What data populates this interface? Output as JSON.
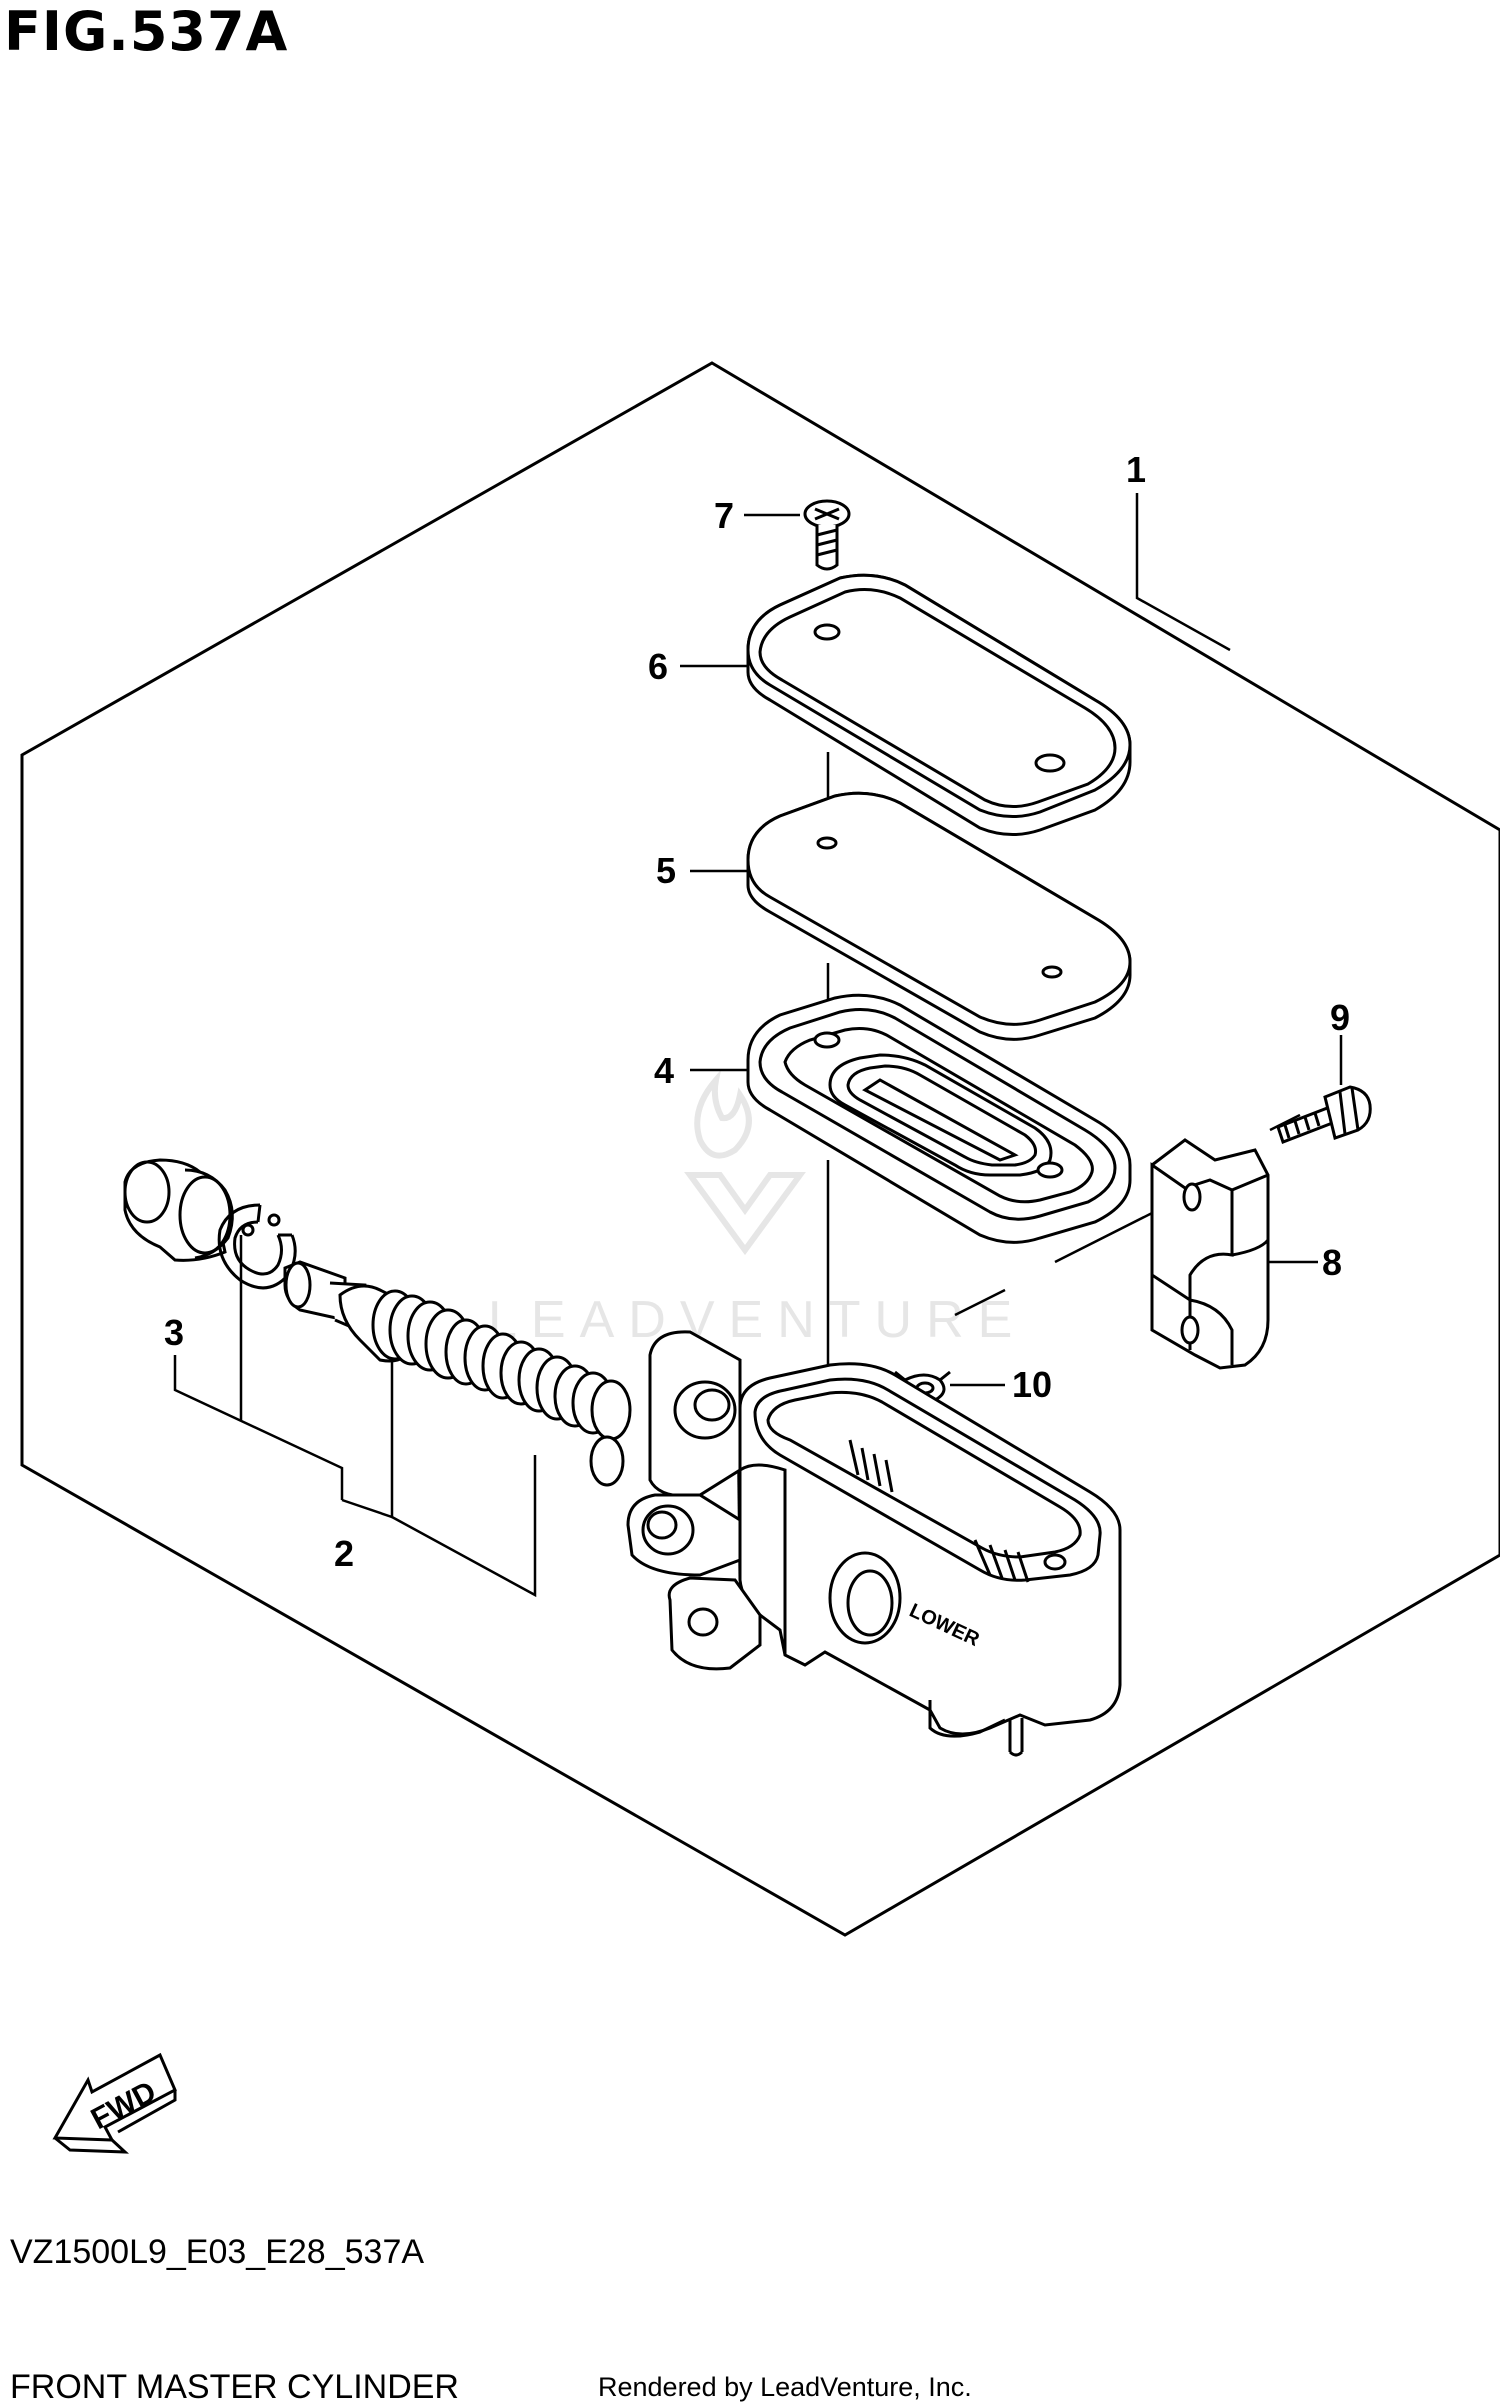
{
  "figure": {
    "title": "FIG.537A",
    "code": "VZ1500L9_E03_E28_537A",
    "name": "FRONT MASTER CYLINDER",
    "rendered_by": "Rendered by LeadVenture, Inc."
  },
  "watermark": {
    "text": "LEADVENTURE"
  },
  "parts": [
    {
      "ref": "1"
    },
    {
      "ref": "2"
    },
    {
      "ref": "3"
    },
    {
      "ref": "4"
    },
    {
      "ref": "5"
    },
    {
      "ref": "6"
    },
    {
      "ref": "7"
    },
    {
      "ref": "8"
    },
    {
      "ref": "9"
    },
    {
      "ref": "10"
    }
  ],
  "housing_label": "LOWER",
  "direction_label": "FWD",
  "colors": {
    "line": "#000000",
    "watermark": "#e6e6e6",
    "background": "#ffffff"
  }
}
